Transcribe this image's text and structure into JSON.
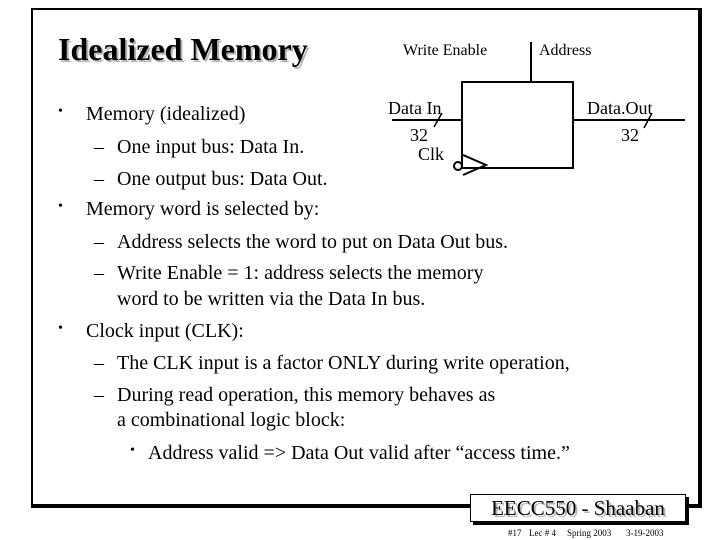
{
  "slide": {
    "title": "Idealized Memory",
    "diagram": {
      "write_enable": "Write Enable",
      "address": "Address",
      "data_in": "Data In",
      "data_in_width": "32",
      "clk": "Clk",
      "data_out": "Data.Out",
      "data_out_width": "32"
    },
    "bullets": [
      {
        "level": 1,
        "text": "Memory (idealized)"
      },
      {
        "level": 2,
        "text": "One input bus:  Data In."
      },
      {
        "level": 2,
        "text": "One output bus:  Data Out."
      },
      {
        "level": 1,
        "text": "Memory word is selected by:"
      },
      {
        "level": 2,
        "text": "Address selects the word to put on Data Out bus."
      },
      {
        "level": 2,
        "text": "Write Enable = 1:  address selects the memory"
      },
      {
        "level": 2,
        "text": "word to be written via the  Data In bus."
      },
      {
        "level": 1,
        "text": "Clock input (CLK):"
      },
      {
        "level": 2,
        "text": "The CLK input is a factor  ONLY during write operation,"
      },
      {
        "level": 2,
        "text": "During read operation, this memory behaves  as"
      },
      {
        "level": 2,
        "text": "a combinational logic block:"
      },
      {
        "level": 3,
        "text": "Address valid  =>  Data Out valid after “access time.”"
      }
    ],
    "course_badge": "EECC550 - Shaaban",
    "footer": {
      "slide_no": "#17",
      "lecture": "Lec # 4",
      "term": "Spring 2003",
      "date": "3-19-2003"
    }
  }
}
